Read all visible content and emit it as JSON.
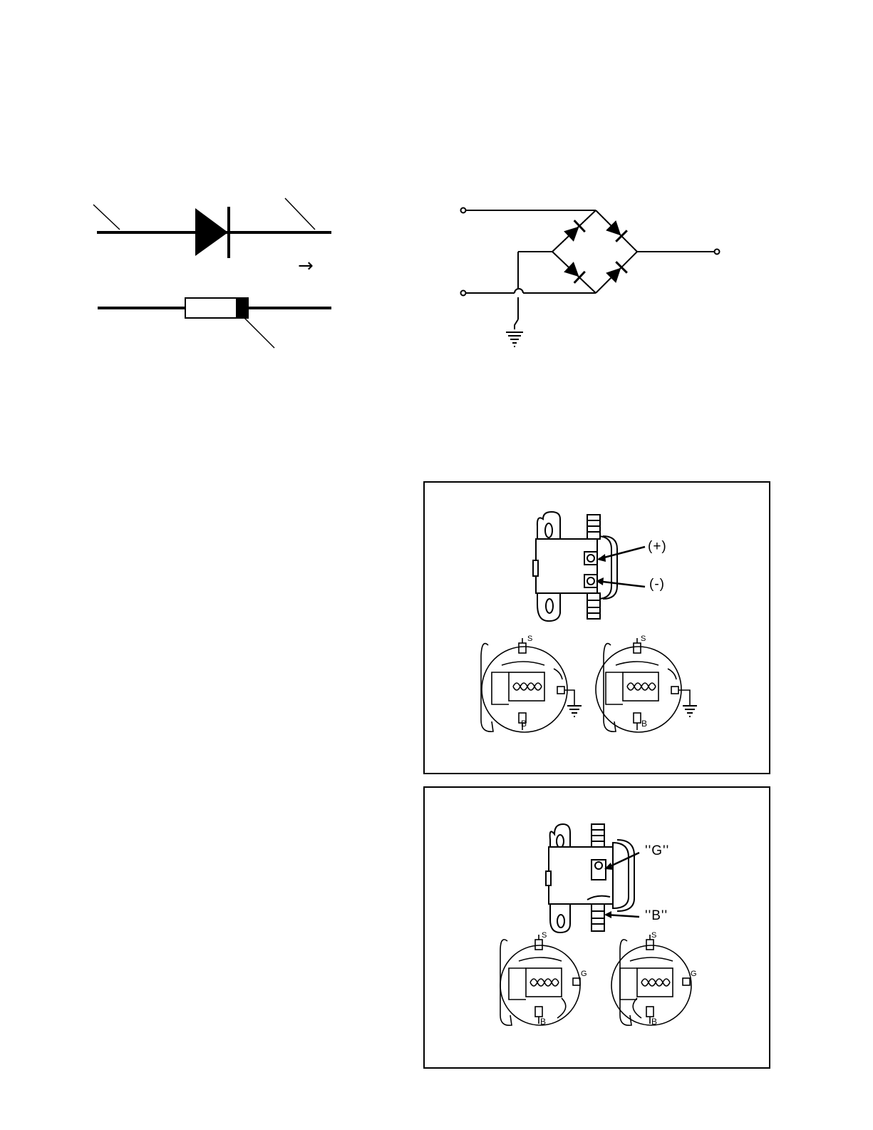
{
  "diode_section": {
    "direction_arrow": "→"
  },
  "panel_top": {
    "label_positive": "(+)",
    "label_negative": "(-)",
    "left_view_terminal_top": "S",
    "left_view_terminal_bottom": "B",
    "right_view_terminal_top": "S",
    "right_view_terminal_bottom": "B"
  },
  "panel_bottom": {
    "label_g": "''G''",
    "label_b": "''B''",
    "left_view_terminal_top": "S",
    "left_view_terminal_side": "G",
    "left_view_terminal_bottom": "B",
    "right_view_terminal_top": "S",
    "right_view_terminal_side": "G",
    "right_view_terminal_bottom": "B"
  },
  "colors": {
    "ink": "#000000",
    "paper": "#ffffff"
  }
}
